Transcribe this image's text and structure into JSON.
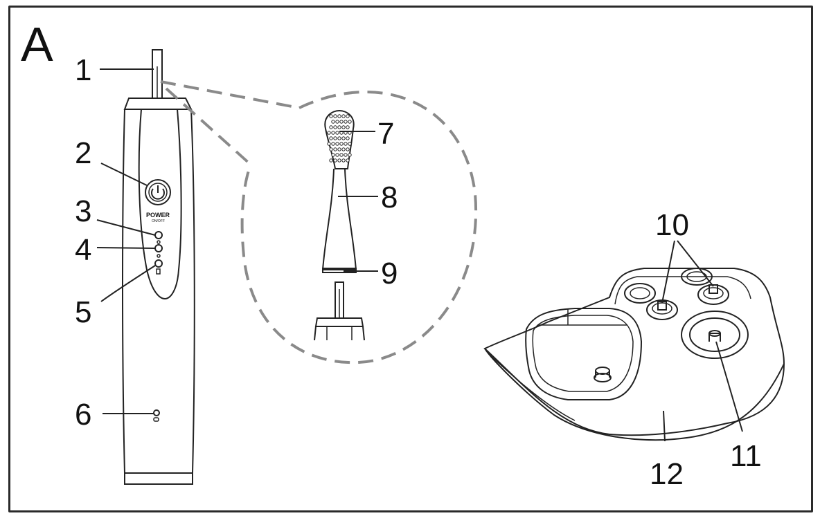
{
  "panel_label": "A",
  "callouts": [
    {
      "id": "1",
      "text": "1"
    },
    {
      "id": "2",
      "text": "2"
    },
    {
      "id": "3",
      "text": "3"
    },
    {
      "id": "4",
      "text": "4"
    },
    {
      "id": "5",
      "text": "5"
    },
    {
      "id": "6",
      "text": "6"
    },
    {
      "id": "7",
      "text": "7"
    },
    {
      "id": "8",
      "text": "8"
    },
    {
      "id": "9",
      "text": "9"
    },
    {
      "id": "10",
      "text": "10"
    },
    {
      "id": "11",
      "text": "11"
    },
    {
      "id": "12",
      "text": "12"
    }
  ],
  "handle": {
    "button_text": "POWER",
    "button_subtext": "ON/OFF"
  }
}
